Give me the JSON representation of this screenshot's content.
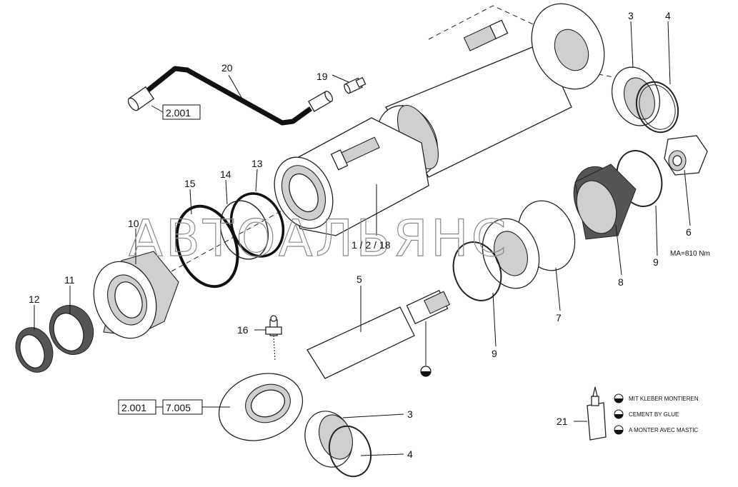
{
  "watermark": "АВТОАЛЬЯНС",
  "labels": {
    "p1_2_18": "1 / 2 / 18",
    "p3a": "3",
    "p4a": "4",
    "p3b": "3",
    "p4b": "4",
    "p5": "5",
    "p6": "6",
    "p6_torque": "MA=810 Nm",
    "p7": "7",
    "p8": "8",
    "p9a": "9",
    "p9b": "9",
    "p10": "10",
    "p11": "11",
    "p12": "12",
    "p13": "13",
    "p14": "14",
    "p15": "15",
    "p16": "16",
    "p19": "19",
    "p20": "20",
    "p21": "21"
  },
  "refs": {
    "hose_ref": "2.001",
    "eye_ref_a": "2.001",
    "eye_ref_b": "7.005"
  },
  "legend": {
    "line1": "MIT KLEBER MONTIEREN",
    "line2": "CEMENT BY GLUE",
    "line3": "A MONTER AVEC MASTIC"
  }
}
